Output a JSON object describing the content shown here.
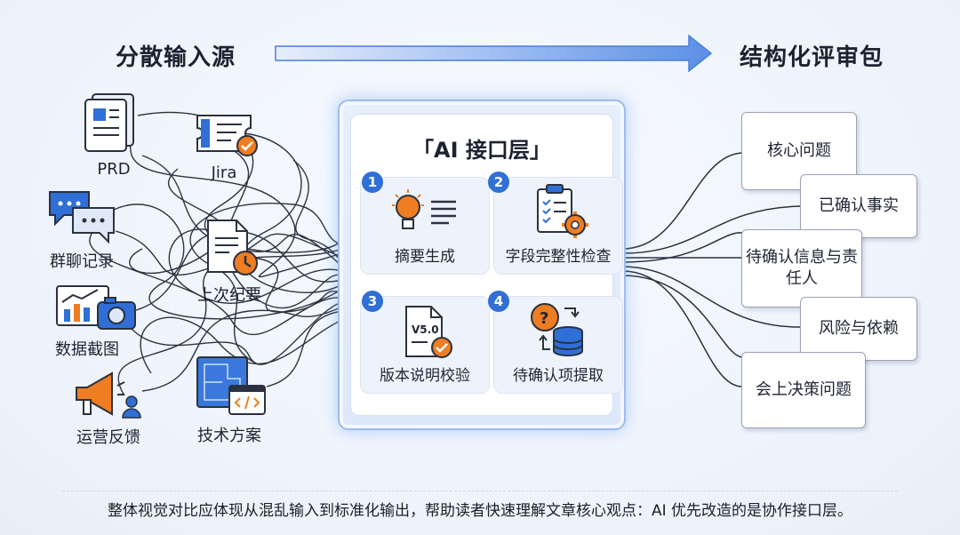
{
  "headings": {
    "sources": "分散输入源",
    "outputs": "结构化评审包"
  },
  "sources": [
    {
      "label": "PRD",
      "icon": "document-icon"
    },
    {
      "label": "Jira",
      "icon": "ticket-icon"
    },
    {
      "label": "群聊记录",
      "icon": "chat-bubbles-icon"
    },
    {
      "label": "上次纪要",
      "icon": "notes-clock-icon"
    },
    {
      "label": "数据截图",
      "icon": "chart-camera-icon"
    },
    {
      "label": "运营反馈",
      "icon": "megaphone-icon"
    },
    {
      "label": "技术方案",
      "icon": "blueprint-code-icon"
    }
  ],
  "core": {
    "title": "「AI 接口层」",
    "steps": [
      {
        "number": "1",
        "label": "摘要生成",
        "icon": "lightbulb-icon"
      },
      {
        "number": "2",
        "label": "字段完整性检查",
        "icon": "clipboard-gear-icon"
      },
      {
        "number": "3",
        "label": "版本说明校验",
        "icon": "version-doc-icon",
        "icon_text": "V5.0"
      },
      {
        "number": "4",
        "label": "待确认项提取",
        "icon": "question-database-icon"
      }
    ]
  },
  "outputs": [
    "核心问题",
    "已确认事实",
    "待确认信息与责任人",
    "风险与依赖",
    "会上决策问题"
  ],
  "caption": "整体视觉对比应体现从混乱输入到标准化输出，帮助读者快速理解文章核心观点：AI 优先改造的是协作接口层。",
  "colors": {
    "accent_blue": "#2f6fd6",
    "accent_orange": "#ef7d22",
    "arrow_blue": "#5b8fe6",
    "line_dark": "#1d2230"
  }
}
